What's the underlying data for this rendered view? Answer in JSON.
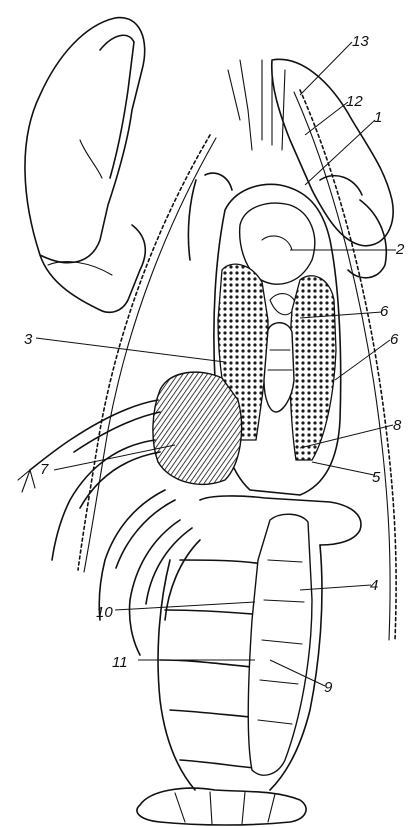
{
  "figure": {
    "labels": [
      {
        "id": "1",
        "text": "1"
      },
      {
        "id": "2",
        "text": "2"
      },
      {
        "id": "3",
        "text": "3"
      },
      {
        "id": "4",
        "text": "4"
      },
      {
        "id": "5",
        "text": "5"
      },
      {
        "id": "6a",
        "text": "6"
      },
      {
        "id": "6b",
        "text": "6"
      },
      {
        "id": "7",
        "text": "7"
      },
      {
        "id": "8",
        "text": "8"
      },
      {
        "id": "9",
        "text": "9"
      },
      {
        "id": "10",
        "text": "10"
      },
      {
        "id": "11",
        "text": "11"
      },
      {
        "id": "12",
        "text": "12"
      },
      {
        "id": "13",
        "text": "13"
      }
    ]
  }
}
